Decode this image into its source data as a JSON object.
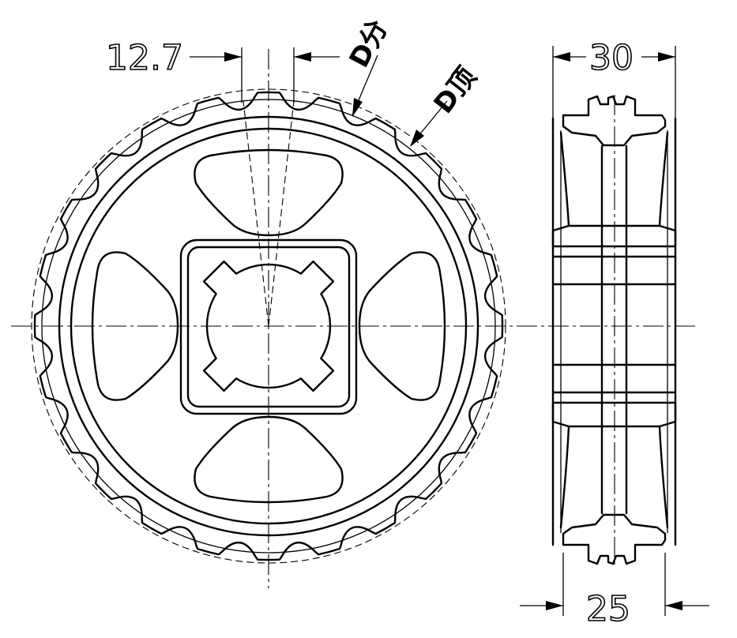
{
  "dimensions": {
    "pitch": "12.7",
    "width_outer": "30",
    "width_inner": "25"
  },
  "labels": {
    "pitch_diameter": "D分",
    "tip_diameter": "D顶"
  },
  "colors": {
    "line": "#000000",
    "background": "#ffffff"
  }
}
